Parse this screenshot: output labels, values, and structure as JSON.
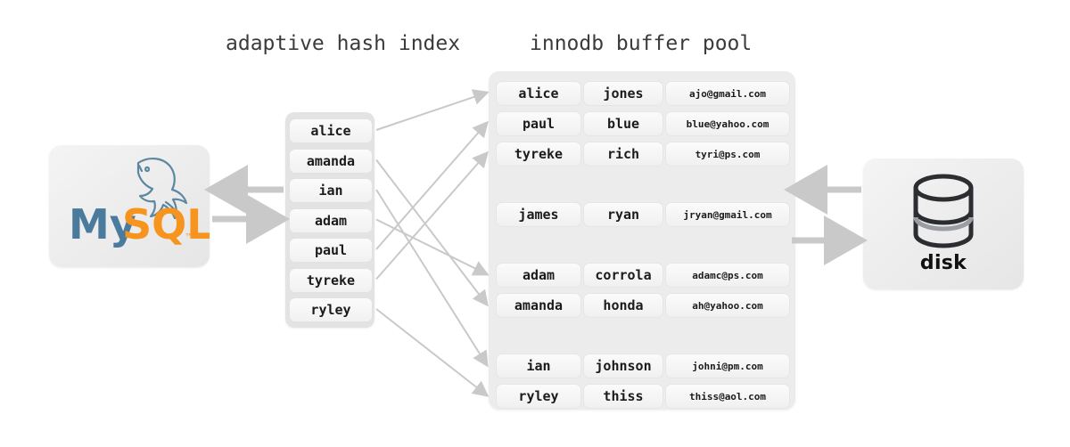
{
  "headings": {
    "adaptive_hash_index": "adaptive hash index",
    "innodb_buffer_pool": "innodb buffer pool"
  },
  "mysql": {
    "name": "MySQL",
    "word_my": "My",
    "word_sql": "SQL",
    "trademark": "™",
    "colors": {
      "my": "#4A7B9D",
      "sql": "#F7941E",
      "dolphin": "#5D87A1"
    }
  },
  "disk": {
    "label": "disk",
    "icon": "database-cylinder-icon",
    "colors": {
      "stroke": "#2b2d30",
      "band": "#9a9da1"
    }
  },
  "adaptive_hash_index": {
    "entries": [
      {
        "key": "alice"
      },
      {
        "key": "amanda"
      },
      {
        "key": "ian"
      },
      {
        "key": "adam"
      },
      {
        "key": "paul"
      },
      {
        "key": "tyreke"
      },
      {
        "key": "ryley"
      }
    ]
  },
  "buffer_pool": {
    "rows": [
      {
        "first": "alice",
        "last": "jones",
        "email": "ajo@gmail.com",
        "empty": false
      },
      {
        "first": "paul",
        "last": "blue",
        "email": "blue@yahoo.com",
        "empty": false
      },
      {
        "first": "tyreke",
        "last": "rich",
        "email": "tyri@ps.com",
        "empty": false
      },
      {
        "first": "",
        "last": "",
        "email": "",
        "empty": true
      },
      {
        "first": "james",
        "last": "ryan",
        "email": "jryan@gmail.com",
        "empty": false
      },
      {
        "first": "",
        "last": "",
        "email": "",
        "empty": true
      },
      {
        "first": "adam",
        "last": "corrola",
        "email": "adamc@ps.com",
        "empty": false
      },
      {
        "first": "amanda",
        "last": "honda",
        "email": "ah@yahoo.com",
        "empty": false
      },
      {
        "first": "",
        "last": "",
        "email": "",
        "empty": true
      },
      {
        "first": "ian",
        "last": "johnson",
        "email": "johni@pm.com",
        "empty": false
      },
      {
        "first": "ryley",
        "last": "thiss",
        "email": "thiss@aol.com",
        "empty": false
      }
    ]
  },
  "arrows": {
    "color": "#c9c9c9",
    "hash_to_pool": [
      {
        "from": "alice",
        "to": "alice",
        "name": "arrow-alice-to-alice"
      },
      {
        "from": "amanda",
        "to": "amanda",
        "name": "arrow-amanda-to-amanda"
      },
      {
        "from": "ian",
        "to": "ian",
        "name": "arrow-ian-to-ian"
      },
      {
        "from": "adam",
        "to": "adam",
        "name": "arrow-adam-to-adam"
      },
      {
        "from": "paul",
        "to": "paul",
        "name": "arrow-paul-to-paul"
      },
      {
        "from": "tyreke",
        "to": "tyreke",
        "name": "arrow-tyreke-to-tyreke"
      },
      {
        "from": "ryley",
        "to": "ryley",
        "name": "arrow-ryley-to-ryley"
      }
    ],
    "mysql_in": "arrow-hash-to-mysql",
    "mysql_out": "arrow-mysql-to-hash",
    "disk_in": "arrow-disk-to-pool",
    "disk_out": "arrow-pool-to-disk"
  }
}
